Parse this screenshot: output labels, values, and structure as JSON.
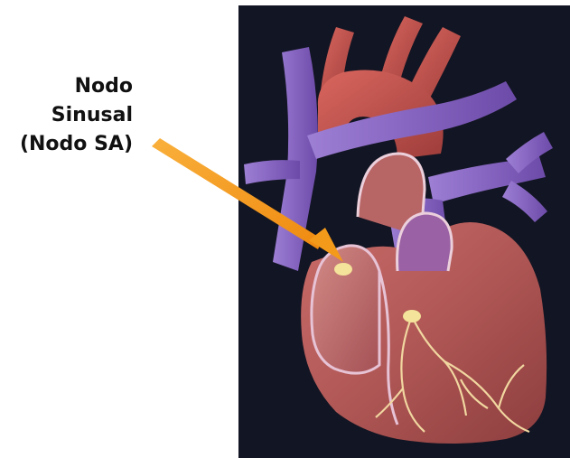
{
  "label": {
    "lines": [
      "Nodo",
      "Sinusal",
      "(Nodo SA)"
    ]
  },
  "colors": {
    "background": "#111422",
    "arrow": "#F49A1A",
    "vein": "#8B6CC4",
    "artery": "#C9524B",
    "myocardium": "#B65A58",
    "node": "#F4E39A",
    "conduction": "#F1D7A0"
  }
}
